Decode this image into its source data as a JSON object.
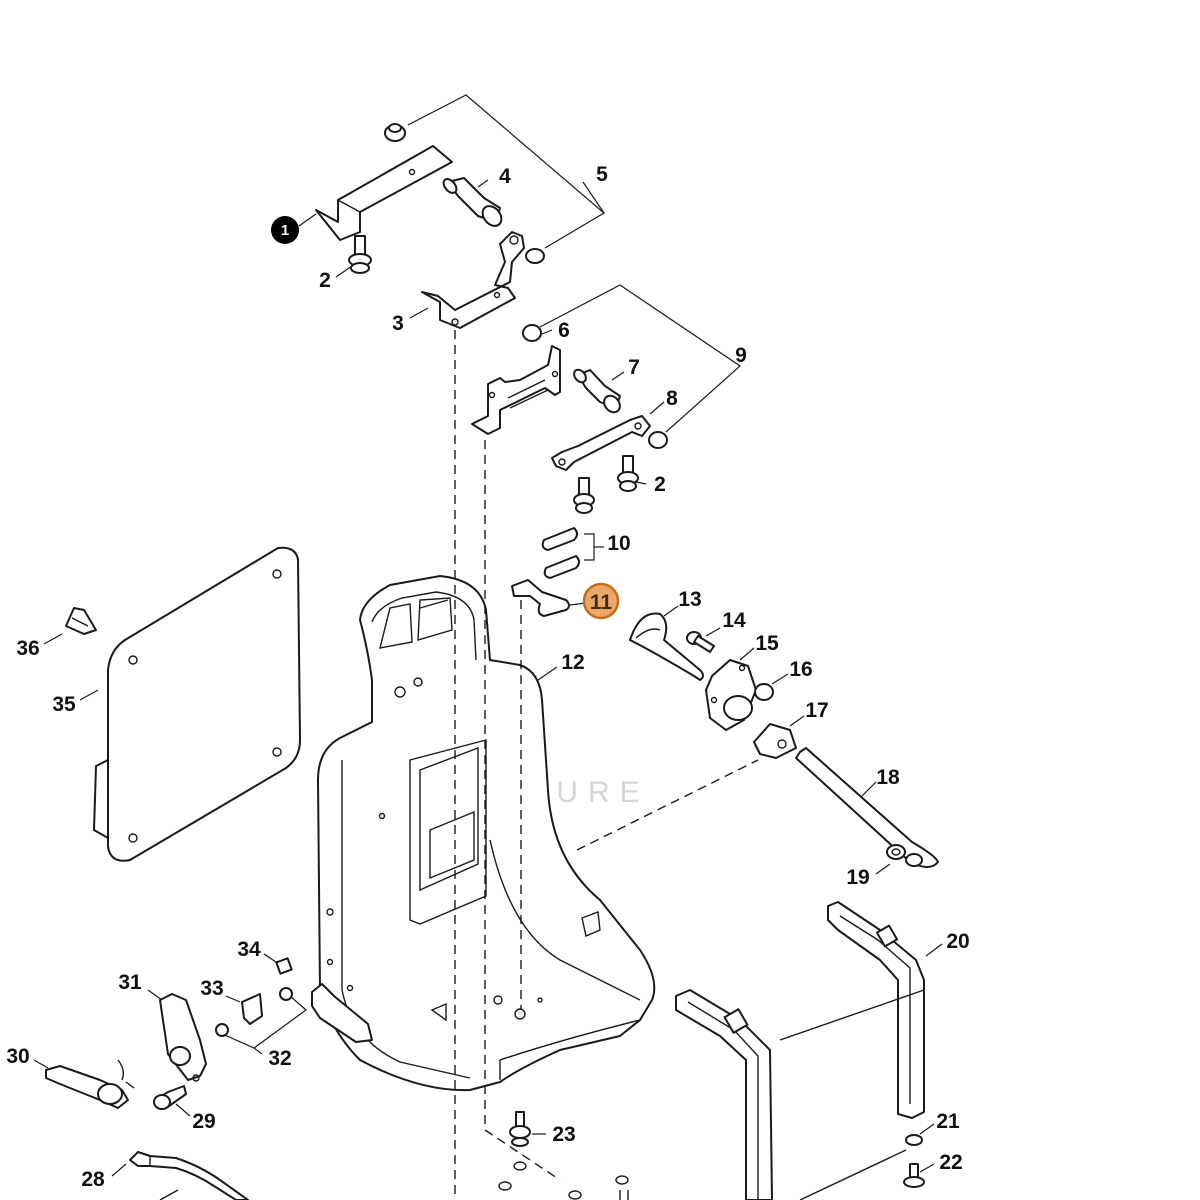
{
  "watermark": "LEADVENTURE",
  "note_marker": "1",
  "highlight": {
    "label": "11",
    "fill": "#eaa86a",
    "stroke": "#c06f1a"
  },
  "colors": {
    "line": "#1a1a1a",
    "background": "#ffffff"
  },
  "callouts": {
    "c2a": "2",
    "c2b": "2",
    "c3": "3",
    "c4": "4",
    "c5": "5",
    "c6": "6",
    "c7": "7",
    "c8": "8",
    "c9": "9",
    "c10": "10",
    "c12": "12",
    "c13": "13",
    "c14": "14",
    "c15": "15",
    "c16": "16",
    "c17": "17",
    "c18": "18",
    "c19": "19",
    "c20": "20",
    "c21": "21",
    "c22": "22",
    "c23": "23",
    "c28": "28",
    "c29": "29",
    "c30": "30",
    "c31": "31",
    "c32": "32",
    "c33": "33",
    "c34": "34",
    "c35": "35",
    "c36": "36"
  }
}
